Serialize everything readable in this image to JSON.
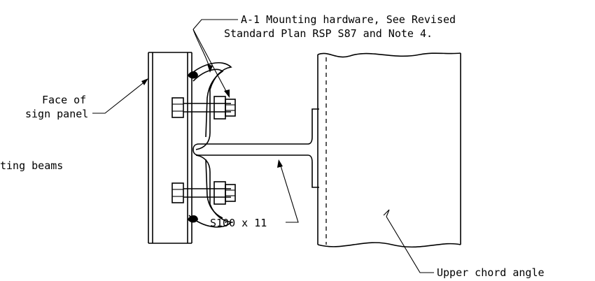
{
  "labels": {
    "mounting_hardware_line1": "A-1 Mounting hardware, See Revised",
    "mounting_hardware_line2": "Standard Plan RSP S87 and Note 4.",
    "face_line1": "Face of",
    "face_line2": "sign panel",
    "beams": "ting beams",
    "section": "S100 x 11",
    "upper_chord": "Upper chord angle"
  }
}
